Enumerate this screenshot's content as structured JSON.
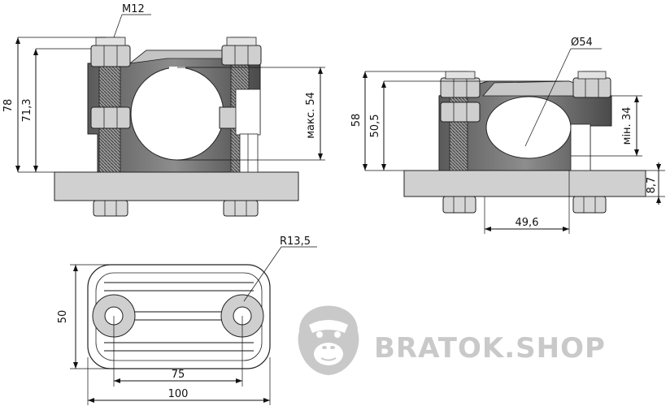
{
  "drawing": {
    "front_view": {
      "thread_label": "M12",
      "height_total": "78",
      "height_to_bolt": "71,3",
      "max_clamp": "макс. 54"
    },
    "side_view": {
      "pipe_diameter": "Ø54",
      "height_total": "58",
      "height_clamp": "50,5",
      "min_clamp": "мін. 34",
      "base_thickness": "8,7",
      "bolt_spacing": "49,6"
    },
    "plan_view": {
      "corner_radius": "R13,5",
      "width": "50",
      "hole_spacing": "75",
      "length": "100"
    }
  },
  "watermark": {
    "text": "BRATOK.SHOP",
    "logo_icon": "gorilla-head-icon"
  }
}
